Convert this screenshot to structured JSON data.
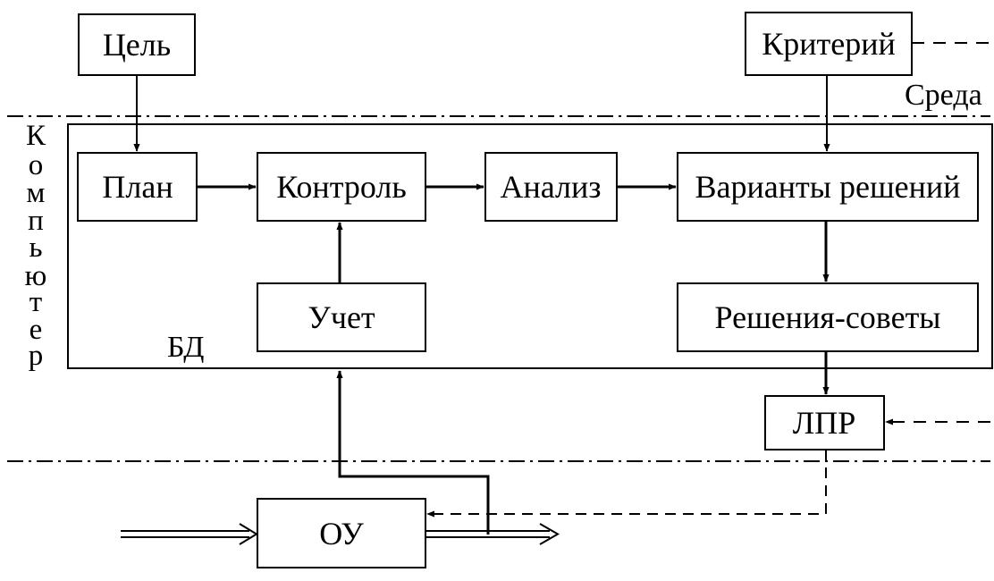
{
  "environment_label": "Среда",
  "computer_label": "Компьютер",
  "database_label": "БД",
  "blocks": {
    "goal": "Цель",
    "criterion": "Критерий",
    "plan": "План",
    "control": "Контроль",
    "analysis": "Анализ",
    "variants": "Варианты решений",
    "accounting": "Учет",
    "solutions": "Решения-советы",
    "decision_maker": "ЛПР",
    "control_object": "ОУ"
  }
}
